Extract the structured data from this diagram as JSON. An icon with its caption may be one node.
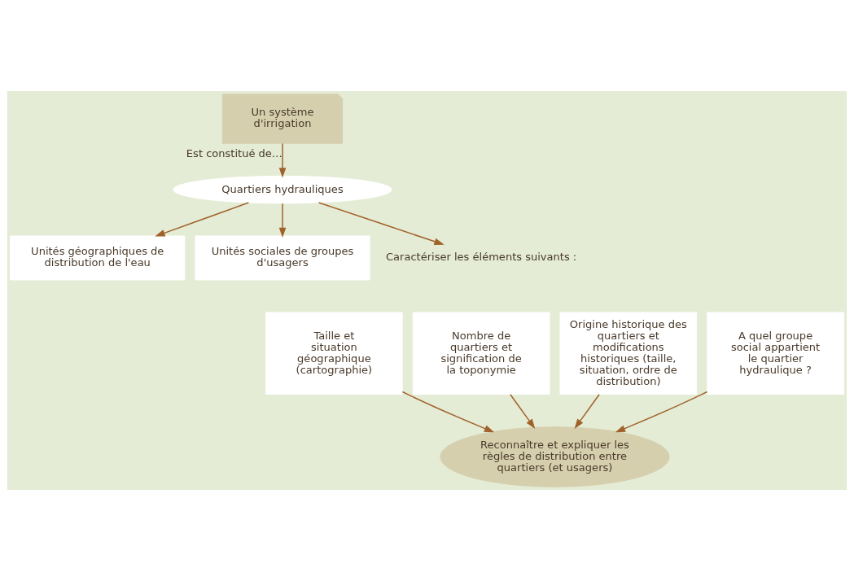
{
  "diagram": {
    "nodes": [
      {
        "text": [
          "Un système d'irrigation"
        ]
      },
      {
        "text": [
          "Quartiers hydrauliques"
        ]
      },
      {
        "text": [
          "Unités géographiques de distribution de l'eau"
        ]
      },
      {
        "text": [
          "Unités sociales de groupes d'usagers"
        ]
      },
      {
        "text": [
          "Caractériser les éléments suivants :"
        ]
      },
      {
        "text": [
          "Taille et situation géographique (cartographie)"
        ]
      },
      {
        "text": [
          "Nombre de quartiers et signification de la toponymie"
        ]
      },
      {
        "text": [
          "Origine historique des quartiers et modifications historiques (taille, situation, ordre de distribution)"
        ]
      },
      {
        "text": [
          "A quel groupe social appartient le quartier hydraulique ?"
        ]
      },
      {
        "text": [
          "Reconnaître et expliquer les règles de distribution entre quartiers (et usagers)"
        ]
      }
    ],
    "edges": [
      {
        "from": 0,
        "to": 1,
        "arrow": "to",
        "label": "Est constitué de…"
      },
      {
        "from": 1,
        "to": 2,
        "arrow": "to"
      },
      {
        "from": 1,
        "to": 3,
        "arrow": "to"
      },
      {
        "from": 1,
        "to": 4,
        "arrow": "to"
      },
      {
        "from": 5,
        "to": 9,
        "arrow": "to"
      },
      {
        "from": 6,
        "to": 9,
        "arrow": "to"
      },
      {
        "from": 7,
        "to": 9,
        "arrow": "to"
      },
      {
        "from": 8,
        "to": 9,
        "arrow": "to"
      }
    ]
  }
}
